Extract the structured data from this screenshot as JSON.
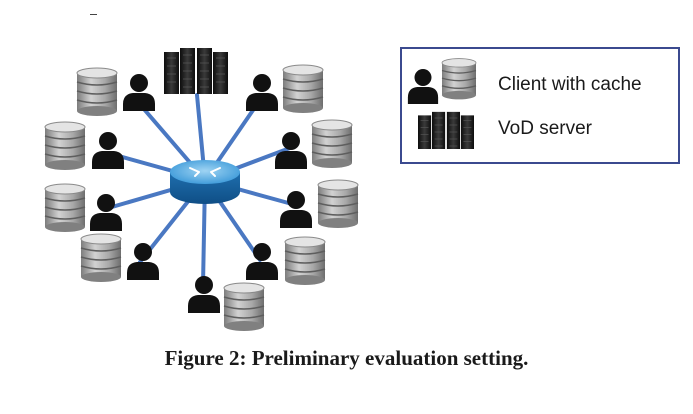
{
  "legend": {
    "client_label": "Client with cache",
    "server_label": "VoD server"
  },
  "caption": "Figure 2: Preliminary evaluation setting.",
  "icons": {
    "router": "router-icon",
    "server": "server-rack-icon",
    "client": "user-icon",
    "cache": "database-icon"
  },
  "colors": {
    "link": "#4a78c2",
    "router": "#3a98d8",
    "legend_border": "#3b4a8f",
    "person": "#111111",
    "cache": "#9a9a9a"
  }
}
